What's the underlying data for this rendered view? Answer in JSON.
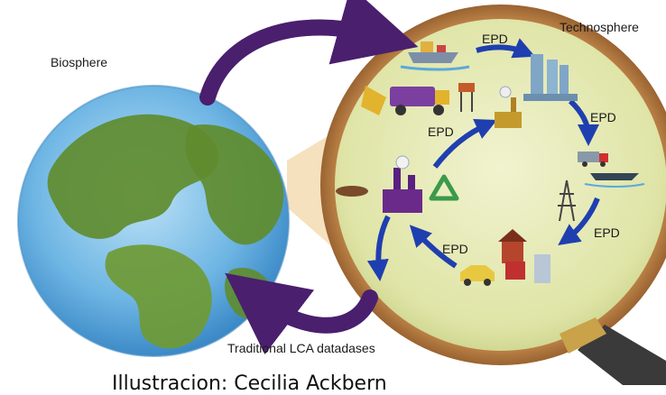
{
  "labels": {
    "biosphere": "Biosphere",
    "technosphere": "Technosphere",
    "traditional_lca": "Traditional LCA datadases"
  },
  "epd_labels": [
    "EPD",
    "EPD",
    "EPD",
    "EPD",
    "EPD"
  ],
  "caption": "Illustracion: Cecilia Ackbern",
  "colors": {
    "ocean": "#5aa9dc",
    "land": "#5f8c2e",
    "lens_fill": "#e3e7b0",
    "lens_rim": "#a46d39",
    "outer_arrow": "#4a1f6e",
    "cycle_arrow": "#1f3fb0"
  }
}
